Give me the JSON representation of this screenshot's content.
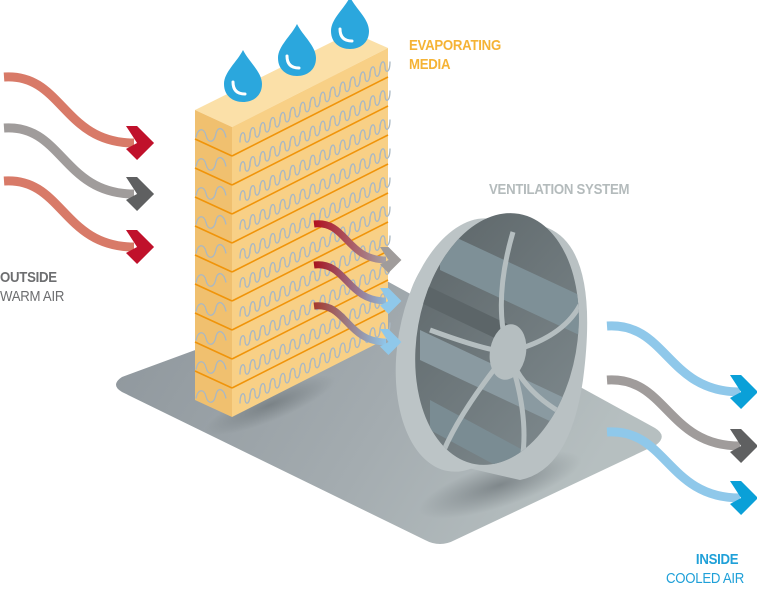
{
  "diagram": {
    "title": "Evaporative cooling system",
    "labels": {
      "evaporating_media": [
        "EVAPORATING",
        "MEDIA"
      ],
      "ventilation_system": "VENTILATION SYSTEM",
      "outside": {
        "bold": "OUTSIDE",
        "regular": "WARM AIR"
      },
      "inside": {
        "bold": "INSIDE",
        "regular": "COOLED AIR"
      }
    },
    "components": [
      {
        "name": "water-drops",
        "count": 3
      },
      {
        "name": "evaporating-media-pad",
        "layers": 10
      },
      {
        "name": "ventilation-fan",
        "blades": 6
      },
      {
        "name": "base-platform"
      }
    ],
    "arrows": {
      "outside_warm_air": [
        "warm",
        "neutral",
        "warm"
      ],
      "through_media": [
        "warm-to-neutral",
        "warm-to-cool",
        "warm-to-cool"
      ],
      "inside_cooled_air": [
        "cool",
        "neutral",
        "cool"
      ]
    },
    "colors": {
      "warm_stroke": "#d87a68",
      "warm_head": "#c0112b",
      "neutral_stroke": "#a09c9b",
      "neutral_head": "#5f6061",
      "cool_stroke": "#8fc8ea",
      "cool_head": "#0aa0d8",
      "media_label": "#f5b335",
      "vent_label": "#b4bbbc",
      "outside_label": "#6d6e70",
      "inside_label": "#1fa0d8",
      "water": "#2ba7dd",
      "media_front": "#f7cf80",
      "media_side": "#f2c373",
      "media_top": "#fbe0a8",
      "media_lines": "#f0940a",
      "media_waves": "#a9b8c4",
      "platform": "#a0a8ab",
      "fan_rim": "#b8c0c2"
    }
  }
}
